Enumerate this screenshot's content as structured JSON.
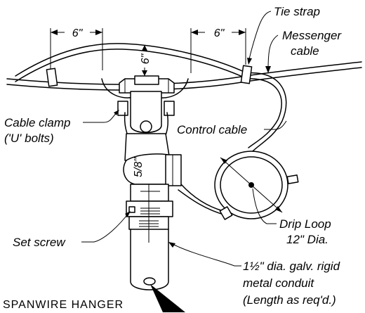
{
  "title": "SPANWIRE HANGER",
  "labels": {
    "tie_strap": "Tie strap",
    "messenger_1": "Messenger",
    "messenger_2": "cable",
    "cable_clamp_1": "Cable clamp",
    "cable_clamp_2": "('U' bolts)",
    "control_cable": "Control cable",
    "set_screw": "Set screw",
    "drip_loop_1": "Drip Loop",
    "drip_loop_2": "12\" Dia.",
    "conduit_dia": "1½\" dia. galv. rigid",
    "conduit_2": "metal conduit",
    "conduit_3": "(Length as req'd.)"
  },
  "dimensions": {
    "left_spacing": "6\"",
    "right_spacing": "6\"",
    "vertical_rise": "6\"",
    "thread_dia": "5/8\""
  }
}
